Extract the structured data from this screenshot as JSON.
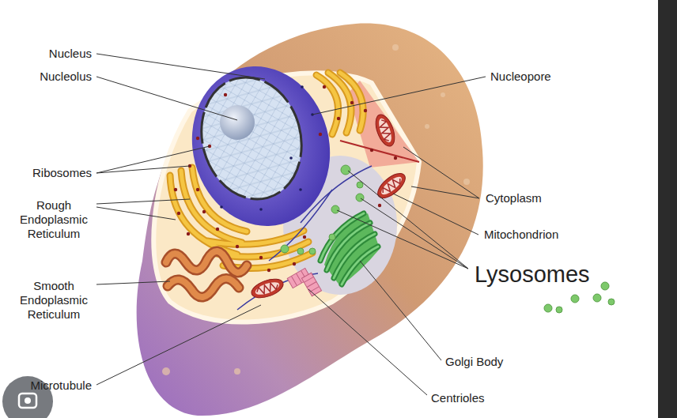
{
  "diagram": {
    "labels": [
      "Nucleus",
      "Nucleolus",
      "Nucleopore",
      "Ribosomes",
      "Rough Endoplasmic Reticulum",
      "Cytoplasm",
      "Mitochondrion",
      "Lysosomes",
      "Smooth Endoplasmic Reticulum",
      "Golgi Body",
      "Microtubule",
      "Centrioles"
    ]
  }
}
